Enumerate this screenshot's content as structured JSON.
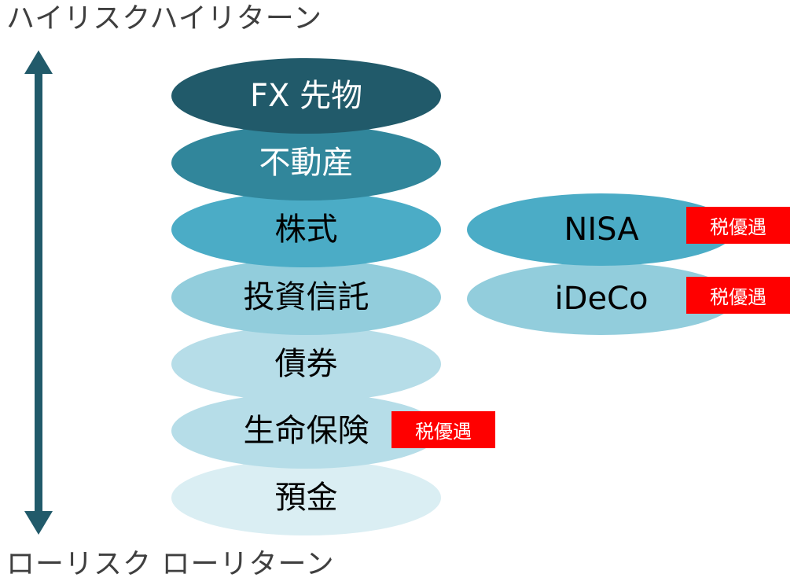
{
  "labels": {
    "top": "ハイリスクハイリターン",
    "bottom": "ローリスク ローリターン"
  },
  "arrow": {
    "direction": "bidirectional-vertical",
    "color": "#215a6a"
  },
  "risk_levels": [
    {
      "label": "FX 先物",
      "color": "#215a6a",
      "text_color": "#ffffff"
    },
    {
      "label": "不動産",
      "color": "#31869b",
      "text_color": "#ffffff"
    },
    {
      "label": "株式",
      "color": "#4bacc6",
      "text_color": "#000000"
    },
    {
      "label": "投資信託",
      "color": "#92cddc",
      "text_color": "#000000"
    },
    {
      "label": "債券",
      "color": "#b6dde8",
      "text_color": "#000000"
    },
    {
      "label": "生命保険",
      "color": "#b6dde8",
      "text_color": "#000000",
      "badge": "税優遇"
    },
    {
      "label": "預金",
      "color": "#daeef3",
      "text_color": "#000000"
    }
  ],
  "tax_programs": [
    {
      "label": "NISA",
      "color": "#4bacc6",
      "text_color": "#000000",
      "badge": "税優遇"
    },
    {
      "label": "iDeCo",
      "color": "#92cddc",
      "text_color": "#000000",
      "badge": "税優遇"
    }
  ],
  "badge_color": "#ff0000"
}
